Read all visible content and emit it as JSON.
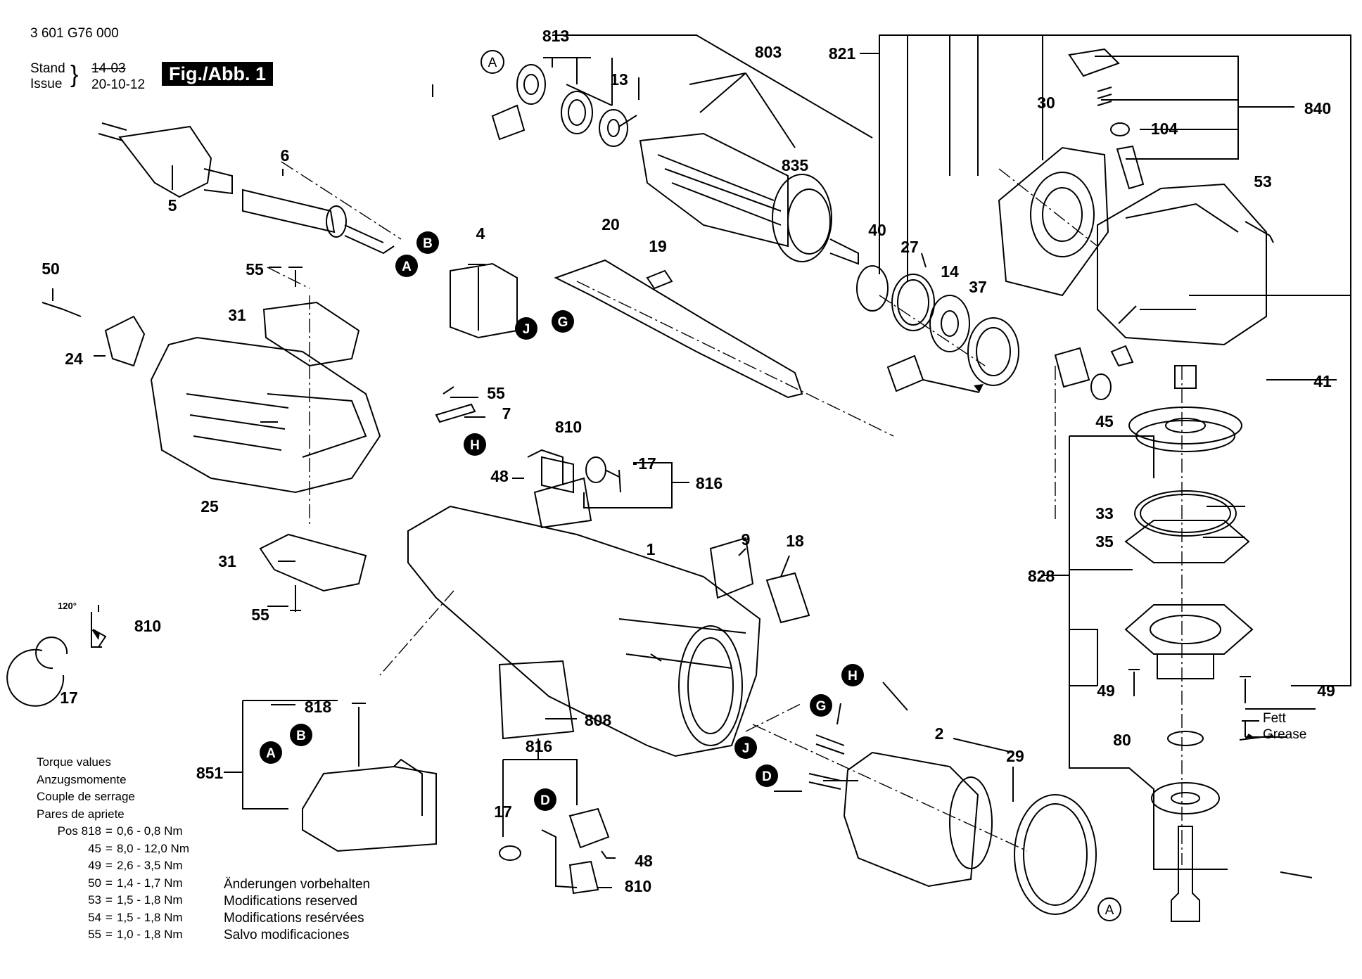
{
  "header": {
    "doc_number": "3 601 G76 000",
    "stand_label": "Stand",
    "issue_label": "Issue",
    "stand_value": "14-03",
    "issue_value": "20-10-12",
    "figure_label": "Fig./Abb. 1"
  },
  "torque": {
    "lines": [
      "Torque values",
      "Anzugsmomente",
      "Couple de serrage",
      "Pares de apriete"
    ],
    "pos_prefix": "Pos",
    "rows": [
      {
        "pos": "818",
        "value": "0,6 - 0,8 Nm"
      },
      {
        "pos": "45",
        "value": "8,0 - 12,0 Nm"
      },
      {
        "pos": "49",
        "value": "2,6 - 3,5 Nm"
      },
      {
        "pos": "50",
        "value": "1,4 - 1,7 Nm"
      },
      {
        "pos": "53",
        "value": "1,5 - 1,8 Nm"
      },
      {
        "pos": "54",
        "value": "1,5 - 1,8 Nm"
      },
      {
        "pos": "55",
        "value": "1,0 - 1,8 Nm"
      }
    ]
  },
  "modifications": [
    "Änderungen vorbehalten",
    "Modifications reserved",
    "Modifications resérvées",
    "Salvo modificaciones"
  ],
  "labels": {
    "l813": "813",
    "l803": "803",
    "l821": "821",
    "l13": "13",
    "l840": "840",
    "l104": "104",
    "l30": "30",
    "l6": "6",
    "l5": "5",
    "l835": "835",
    "l53": "53",
    "l4": "4",
    "l20": "20",
    "l19": "19",
    "l40": "40",
    "l27": "27",
    "l14": "14",
    "l37": "37",
    "l50": "50",
    "l55a": "55",
    "l31a": "31",
    "l24": "24",
    "l41": "41",
    "l45": "45",
    "l55b": "55",
    "l7": "7",
    "l810a": "810",
    "l17a": "17",
    "l816a": "816",
    "l48a": "48",
    "l25": "25",
    "l33": "33",
    "l35": "35",
    "l9": "9",
    "l18": "18",
    "l1": "1",
    "l828": "828",
    "l31b": "31",
    "l55c": "55",
    "l120": "120°",
    "l810b": "810",
    "l17b": "17",
    "l818": "818",
    "l808": "808",
    "l49a": "49",
    "l49b": "49",
    "l80": "80",
    "l2": "2",
    "l851": "851",
    "l816b": "816",
    "l29": "29",
    "l17c": "17",
    "l48b": "48",
    "l810c": "810",
    "fett": "Fett",
    "grease": "Grease"
  },
  "callouts": {
    "A": "A",
    "B": "B",
    "G": "G",
    "J": "J",
    "H": "H",
    "D": "D"
  }
}
